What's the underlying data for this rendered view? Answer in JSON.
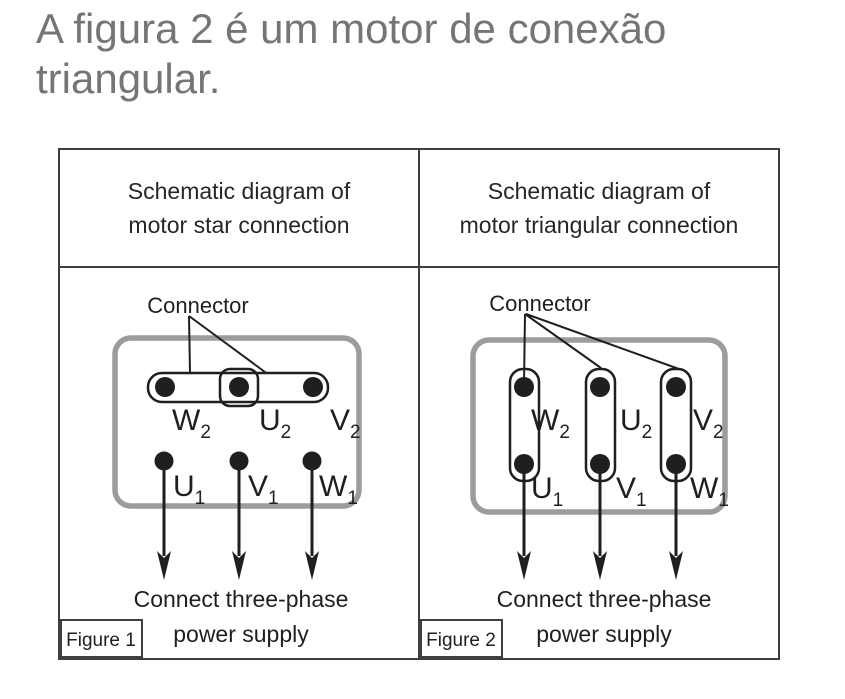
{
  "title": {
    "lines": [
      "A figura 2 é um motor de conexão",
      "triangular."
    ]
  },
  "colors": {
    "heading_text": "#757575",
    "diagram_text": "#1f1f1f",
    "line": "#1f1f1f",
    "terminal_box_border": "#9c9c9c",
    "table_border": "#3f3f3f",
    "background": "#ffffff"
  },
  "panels": [
    {
      "id": "star",
      "header_lines": [
        "Schematic diagram of",
        "motor star connection"
      ],
      "connector_label": "Connector",
      "top_terminals": [
        {
          "letter": "W",
          "sub": "2"
        },
        {
          "letter": "U",
          "sub": "2"
        },
        {
          "letter": "V",
          "sub": "2"
        }
      ],
      "bottom_terminals": [
        {
          "letter": "U",
          "sub": "1"
        },
        {
          "letter": "V",
          "sub": "1"
        },
        {
          "letter": "W",
          "sub": "1"
        }
      ],
      "caption_lines": [
        "Connect three-phase",
        "power supply"
      ],
      "figure_label": "Figure 1"
    },
    {
      "id": "triangular",
      "header_lines": [
        "Schematic diagram of",
        "motor triangular connection"
      ],
      "connector_label": "Connector",
      "top_terminals": [
        {
          "letter": "W",
          "sub": "2"
        },
        {
          "letter": "U",
          "sub": "2"
        },
        {
          "letter": "V",
          "sub": "2"
        }
      ],
      "bottom_terminals": [
        {
          "letter": "U",
          "sub": "1"
        },
        {
          "letter": "V",
          "sub": "1"
        },
        {
          "letter": "W",
          "sub": "1"
        }
      ],
      "caption_lines": [
        "Connect three-phase",
        "power supply"
      ],
      "figure_label": "Figure 2"
    }
  ]
}
